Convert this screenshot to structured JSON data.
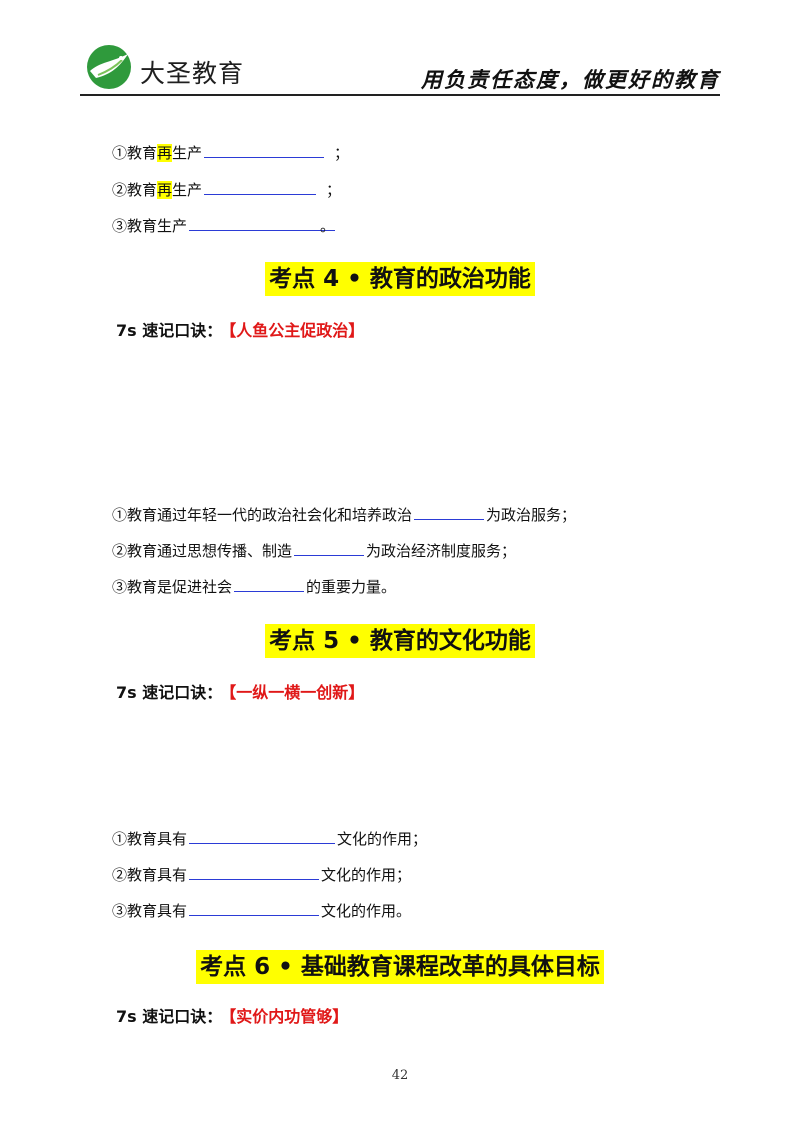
{
  "header": {
    "brand": "大圣教育",
    "slogan": "用负责任态度，做更好的教育",
    "colors": {
      "logo_green": "#2f9a3c",
      "logo_green_light": "#7cc35a"
    }
  },
  "block1": {
    "items": [
      {
        "prefix": "①教育",
        "highlight": "再",
        "middle": "生产",
        "suffix": "；"
      },
      {
        "prefix": "②教育",
        "highlight": "再",
        "middle": "生产",
        "suffix": "；"
      },
      {
        "prefix": "③教育生产",
        "highlight": "",
        "middle": "",
        "suffix": "。"
      }
    ]
  },
  "section4": {
    "title": "考点 4 • 教育的政治功能",
    "mnemonic_label": "7s 速记口诀：",
    "mnemonic": "【人鱼公主促政治】",
    "items": [
      {
        "prefix": "①教育通过年轻一代的政治社会化和培养政治",
        "suffix": "为政治服务；"
      },
      {
        "prefix": "②教育通过思想传播、制造",
        "suffix": "为政治经济制度服务；"
      },
      {
        "prefix": "③教育是促进社会",
        "suffix": "的重要力量。"
      }
    ]
  },
  "section5": {
    "title": "考点 5 • 教育的文化功能",
    "mnemonic_label": "7s 速记口诀：",
    "mnemonic": "【一纵一横一创新】",
    "items": [
      {
        "prefix": "①教育具有",
        "suffix": "文化的作用；"
      },
      {
        "prefix": "②教育具有",
        "suffix": "文化的作用；"
      },
      {
        "prefix": "③教育具有",
        "suffix": "文化的作用。"
      }
    ]
  },
  "section6": {
    "title": "考点 6 • 基础教育课程改革的具体目标",
    "mnemonic_label": "7s 速记口诀：",
    "mnemonic": "【实价内功管够】"
  },
  "footer": {
    "page_number": "42"
  }
}
